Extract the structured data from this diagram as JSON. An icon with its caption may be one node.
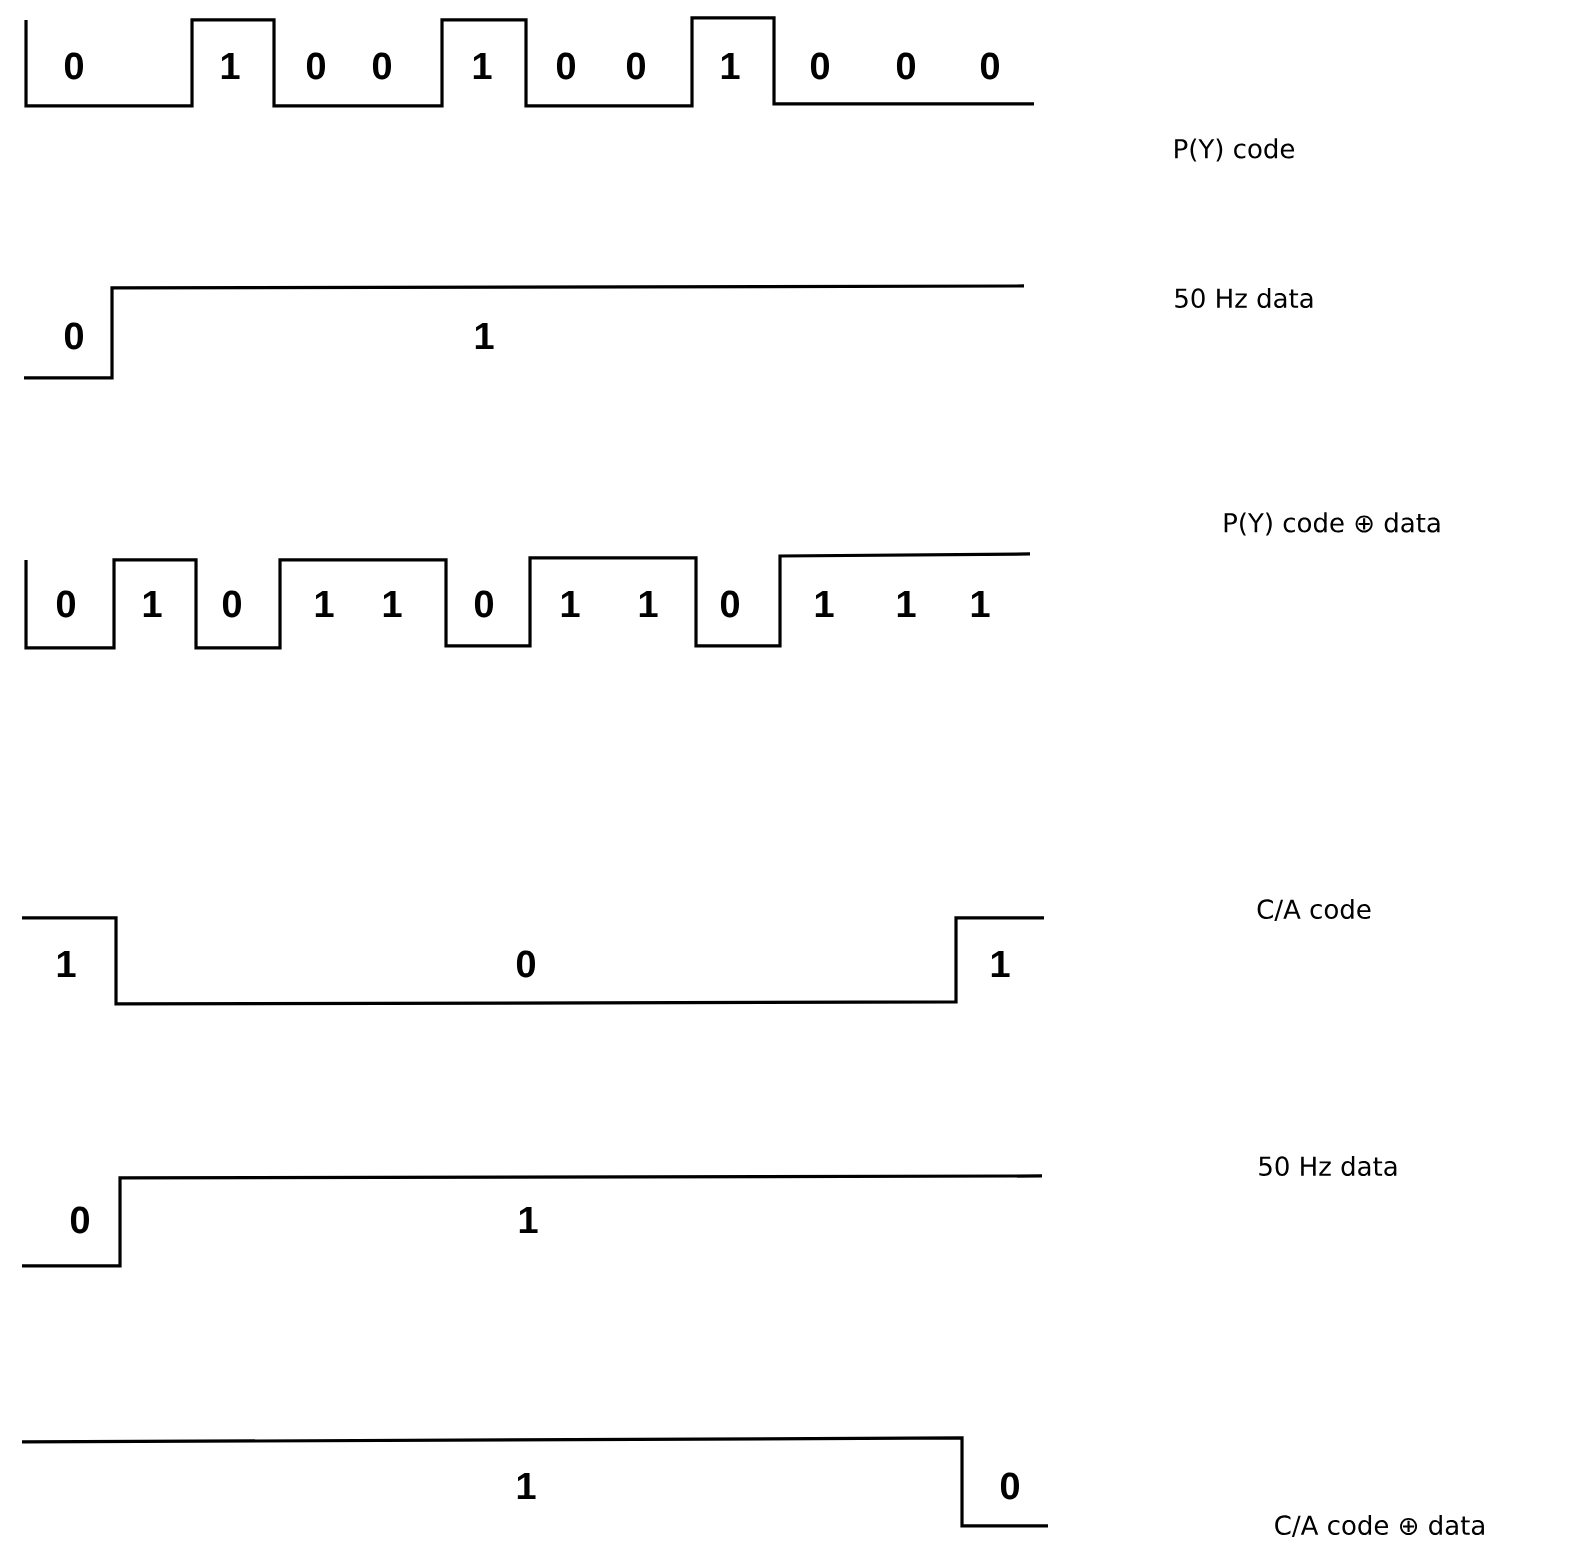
{
  "diagram": {
    "labels": [
      "0",
      "1",
      "0",
      "0",
      "1",
      "0",
      "0",
      "1",
      "0",
      "0",
      "0",
      "P(Y) code",
      "0",
      "1",
      "50 Hz data",
      "0",
      "1",
      "0",
      "1",
      "1",
      "0",
      "1",
      "1",
      "0",
      "1",
      "1",
      "1",
      "P(Y) code ⊕ data",
      "1",
      "0",
      "1",
      "C/A code",
      "0",
      "1",
      "50 Hz data",
      "1",
      "0",
      "C/A code ⊕ data"
    ]
  }
}
